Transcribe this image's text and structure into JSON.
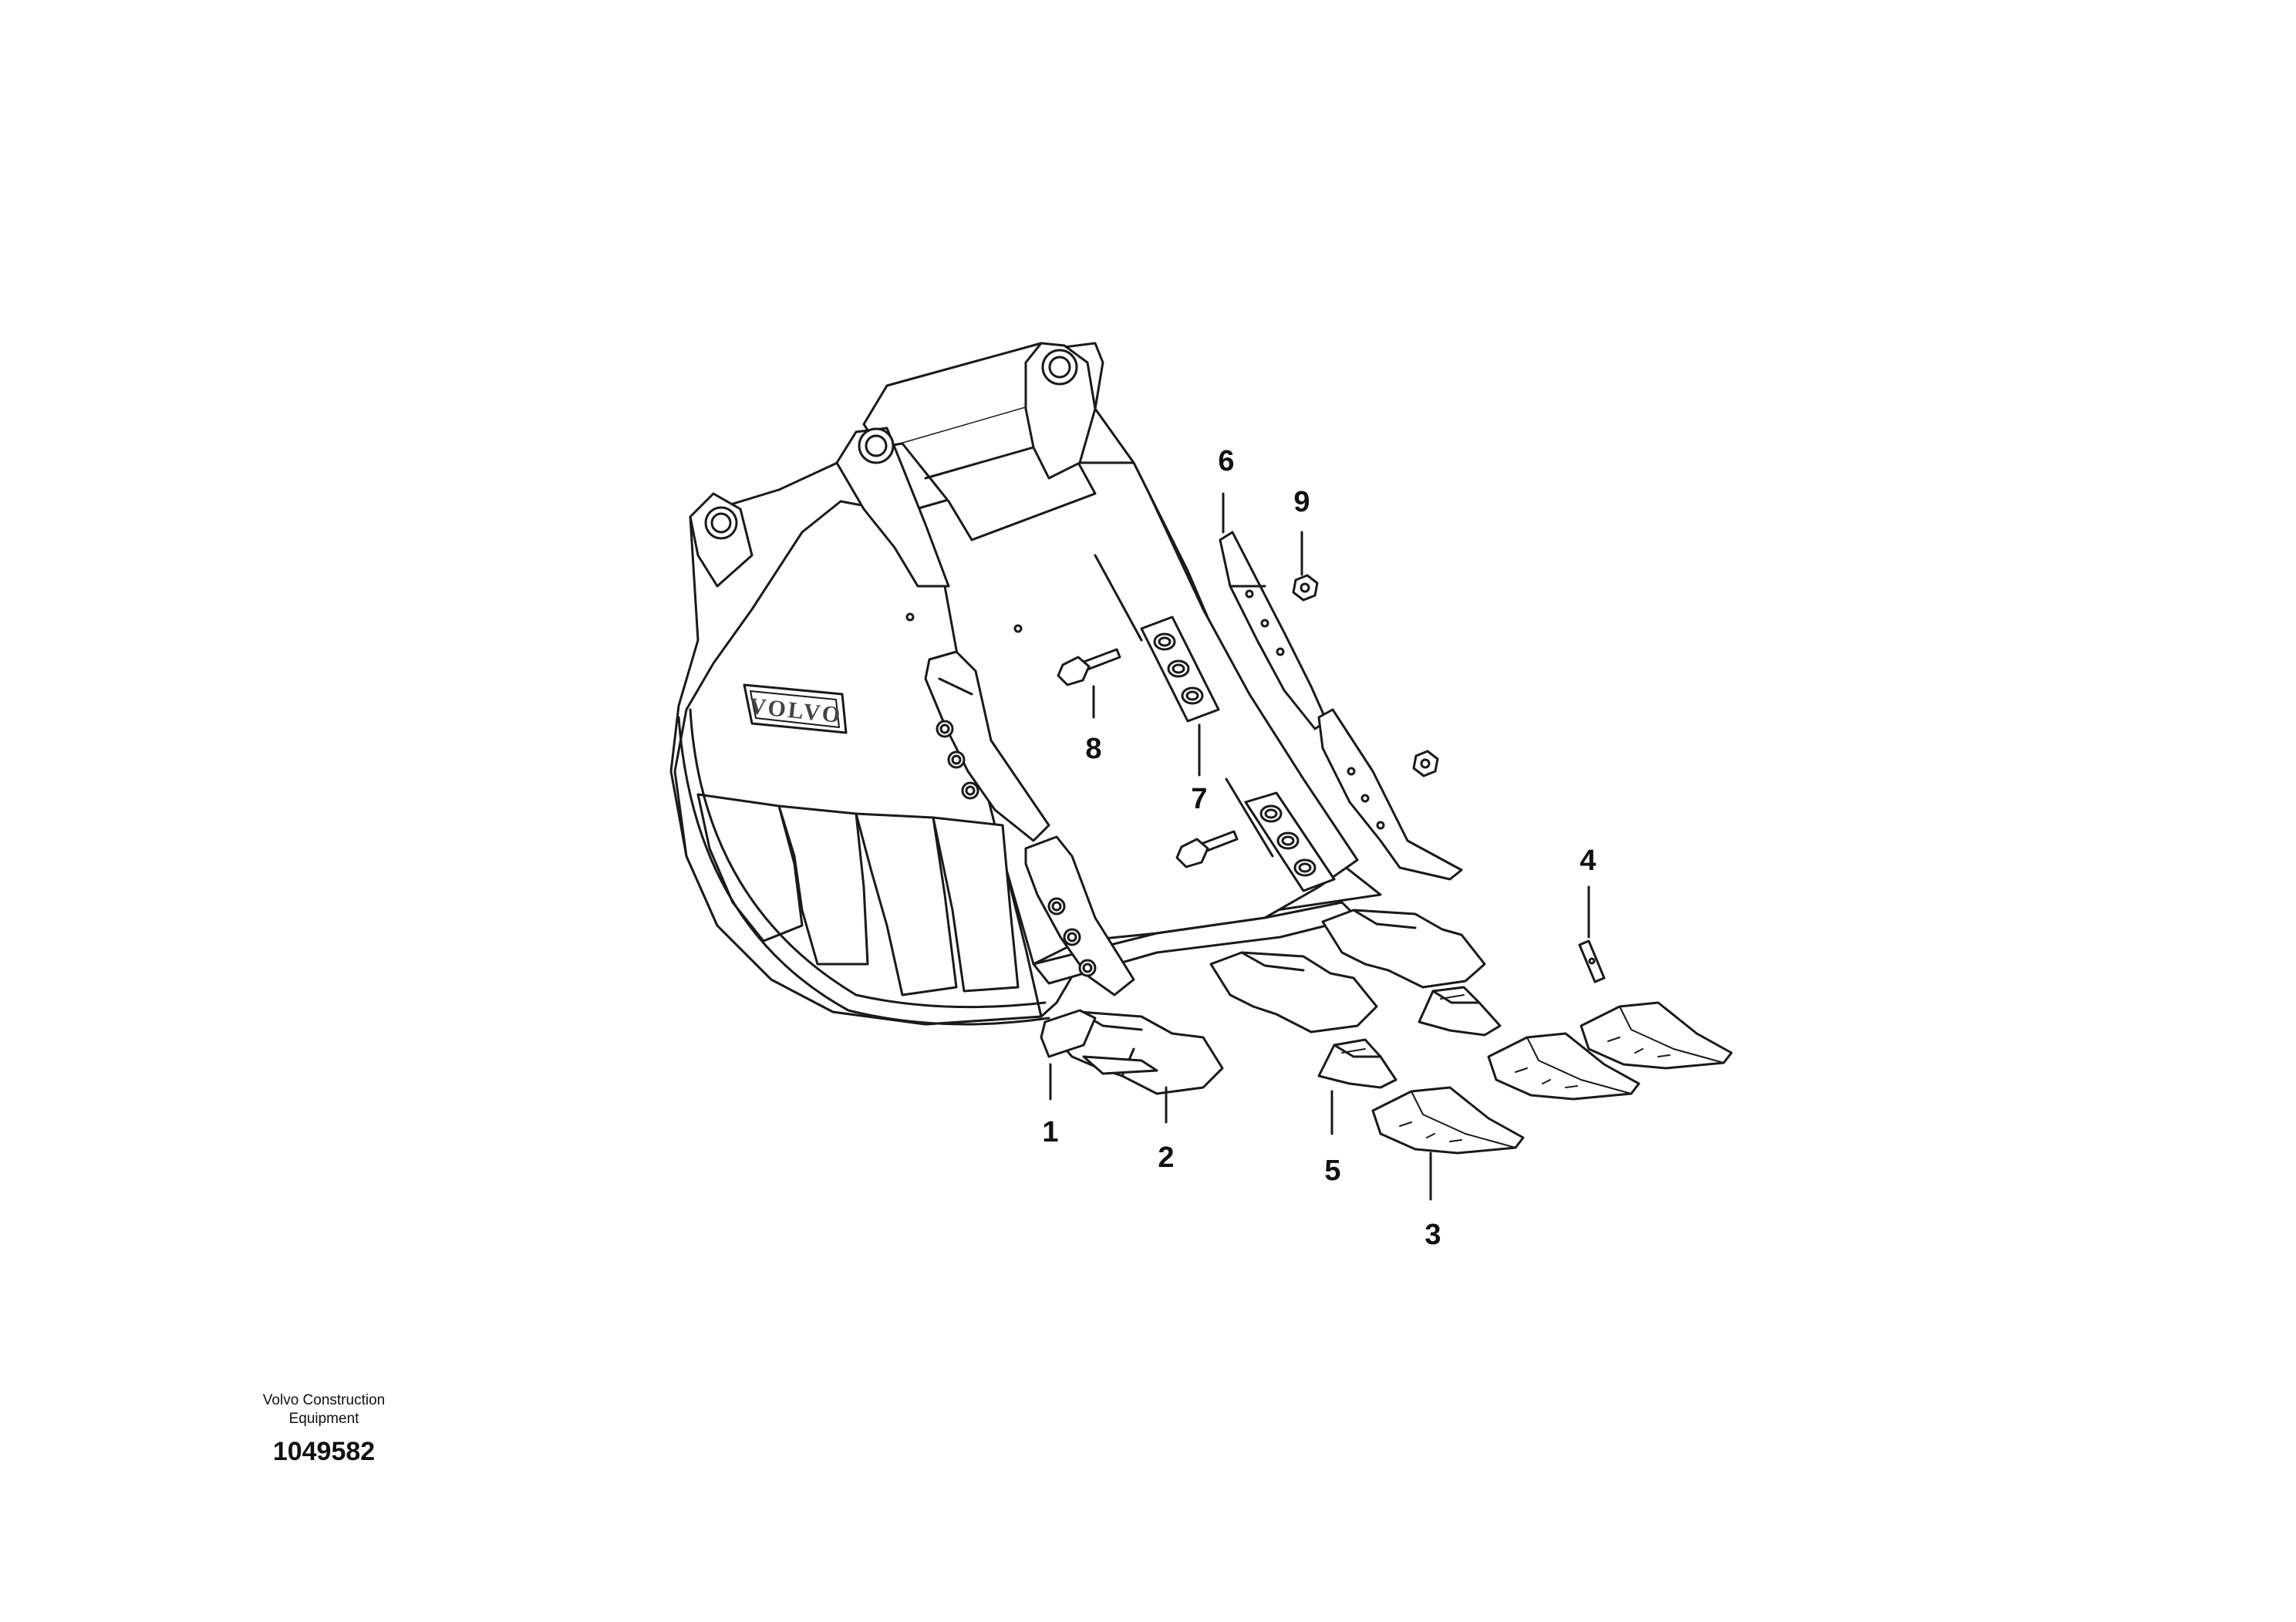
{
  "diagram": {
    "logo_text": "VOLVO",
    "callouts": [
      "1",
      "2",
      "3",
      "4",
      "5",
      "6",
      "7",
      "8",
      "9"
    ]
  },
  "footer": {
    "company_line1": "Volvo Construction",
    "company_line2": "Equipment",
    "drawing_number": "1049582"
  }
}
